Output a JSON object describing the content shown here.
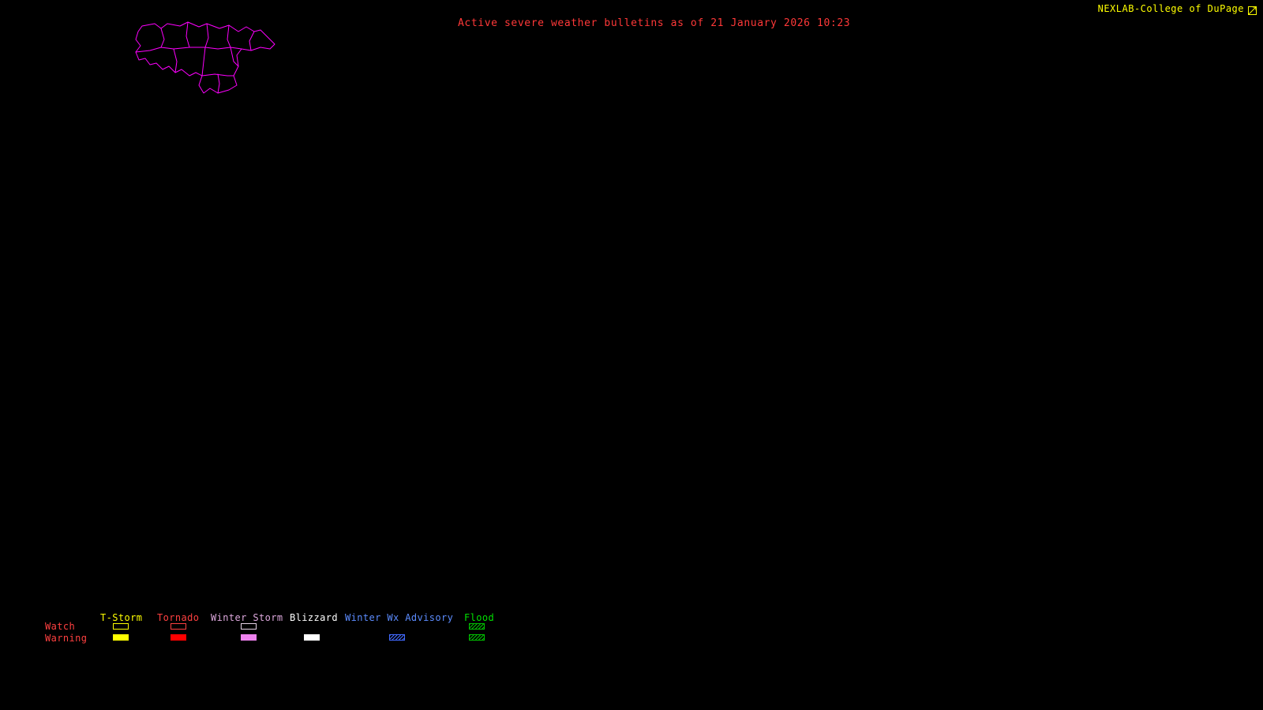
{
  "header": {
    "brand": "NEXLAB-College of DuPage",
    "title": "Active severe weather bulletins as of 21 January 2026 10:23",
    "title_color": "#ff3838",
    "brand_color": "#ffff00"
  },
  "map": {
    "outline_color": "#ff00ff",
    "description": "county-outline-cluster"
  },
  "legend": {
    "watch_label": "Watch",
    "warning_label": "Warning",
    "row_label_color": "#ff4040",
    "columns": [
      {
        "label": "T-Storm",
        "label_color": "#ffff00",
        "watch": {
          "style": "outline",
          "color": "#ffff00"
        },
        "warning": {
          "style": "fill",
          "color": "#ffff00"
        }
      },
      {
        "label": "Tornado",
        "label_color": "#ff4040",
        "watch": {
          "style": "outline",
          "color": "#ff4040"
        },
        "warning": {
          "style": "fill",
          "color": "#ff0000"
        }
      },
      {
        "label": "Winter Storm",
        "label_color": "#dda8dd",
        "watch": {
          "style": "outline",
          "color": "#e6d2e6"
        },
        "warning": {
          "style": "fill",
          "color": "#ee82ee"
        }
      },
      {
        "label": "Blizzard",
        "label_color": "#ffffff",
        "watch": {
          "style": "none",
          "color": ""
        },
        "warning": {
          "style": "fill",
          "color": "#ffffff"
        }
      },
      {
        "label": "Winter Wx Advisory",
        "label_color": "#5c8cff",
        "watch": {
          "style": "none",
          "color": ""
        },
        "warning": {
          "style": "hatch",
          "color": "#4169ff"
        }
      },
      {
        "label": "Flood",
        "label_color": "#00e000",
        "watch": {
          "style": "hatch",
          "color": "#00c000"
        },
        "warning": {
          "style": "hatch",
          "color": "#00c000"
        }
      }
    ]
  }
}
